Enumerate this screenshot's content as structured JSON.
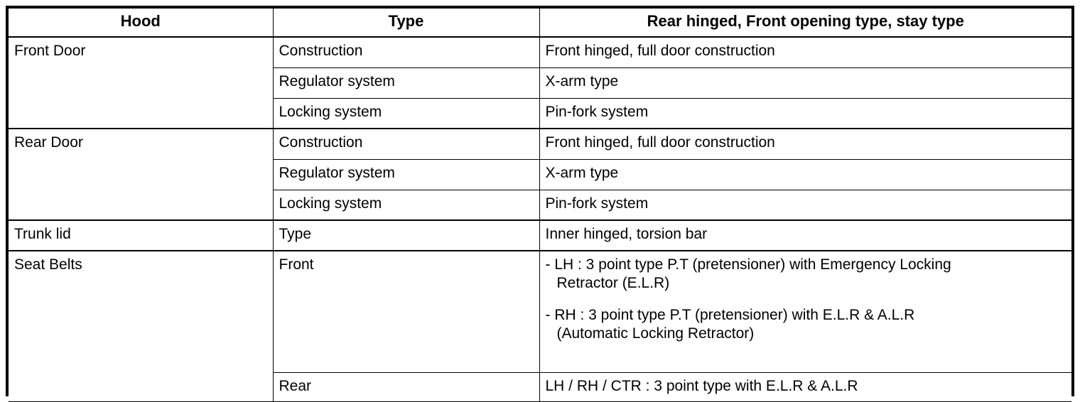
{
  "document": {
    "kind": "vehicle-specification-table"
  },
  "table": {
    "headers": {
      "col1": "Hood",
      "col2": "Type",
      "col3": "Rear hinged, Front opening type, stay type"
    },
    "groups": [
      {
        "name": "Front Door",
        "rows": [
          {
            "type": "Construction",
            "value": "Front hinged, full door construction"
          },
          {
            "type": "Regulator system",
            "value": "X-arm type"
          },
          {
            "type": "Locking system",
            "value": "Pin-fork system"
          }
        ]
      },
      {
        "name": "Rear Door",
        "rows": [
          {
            "type": "Construction",
            "value": "Front hinged, full door construction"
          },
          {
            "type": "Regulator system",
            "value": "X-arm type"
          },
          {
            "type": "Locking system",
            "value": "Pin-fork system"
          }
        ]
      },
      {
        "name": "Trunk lid",
        "rows": [
          {
            "type": "Type",
            "value": "Inner hinged, torsion bar"
          }
        ]
      },
      {
        "name": "Seat Belts",
        "rows": [
          {
            "type": "Front",
            "value_lines": [
              "- LH : 3 point type P.T (pretensioner) with Emergency Locking",
              "Retractor (E.L.R)",
              "",
              "- RH : 3 point type P.T (pretensioner) with E.L.R & A.L.R",
              "(Automatic Locking Retractor)"
            ],
            "line1": "- LH : 3 point type P.T (pretensioner) with Emergency Locking",
            "line2": "Retractor (E.L.R)",
            "line3": "- RH : 3 point type P.T (pretensioner) with E.L.R & A.L.R",
            "line4": "(Automatic Locking Retractor)"
          },
          {
            "type": "Rear",
            "value": "LH / RH / CTR : 3 point type with E.L.R & A.L.R"
          }
        ]
      }
    ]
  },
  "colors": {
    "border": "#000000",
    "text": "#000000",
    "background": "#ffffff"
  }
}
